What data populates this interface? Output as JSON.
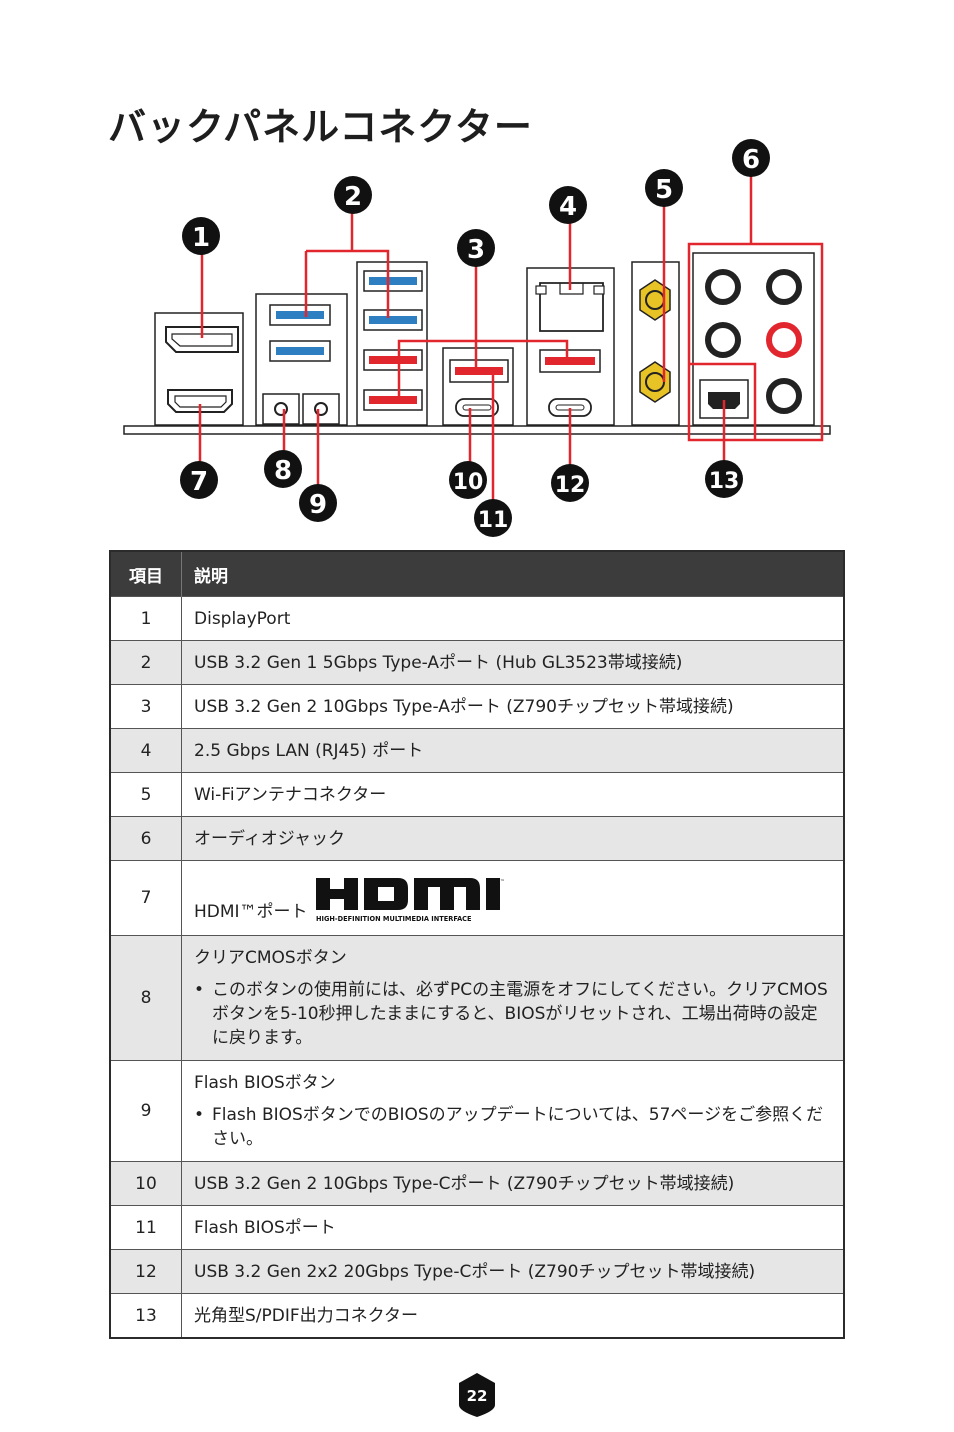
{
  "page": {
    "title": "バックパネルコネクター",
    "page_number": "22"
  },
  "diagram": {
    "callouts": [
      "1",
      "2",
      "3",
      "4",
      "5",
      "6",
      "7",
      "8",
      "9",
      "10",
      "11",
      "12",
      "13"
    ],
    "accent_color": "#e1262d",
    "usb_blue": "#2d7fc1"
  },
  "table": {
    "headers": [
      "項目",
      "説明"
    ],
    "rows": [
      {
        "num": "1",
        "desc": "DisplayPort"
      },
      {
        "num": "2",
        "desc": "USB 3.2 Gen 1 5Gbps Type-Aポート (Hub GL3523帯域接続)"
      },
      {
        "num": "3",
        "desc": "USB 3.2 Gen 2 10Gbps Type-Aポート (Z790チップセット帯域接続)"
      },
      {
        "num": "4",
        "desc": "2.5 Gbps LAN (RJ45) ポート"
      },
      {
        "num": "5",
        "desc": "Wi-Fiアンテナコネクター"
      },
      {
        "num": "6",
        "desc": "オーディオジャック"
      },
      {
        "num": "7",
        "desc": "HDMI™ポート",
        "logo_text": "HIGH-DEFINITION MULTIMEDIA INTERFACE"
      },
      {
        "num": "8",
        "desc": "クリアCMOSボタン",
        "note": "このボタンの使用前には、必ずPCの主電源をオフにしてください。クリアCMOSボタンを5-10秒押したままにすると、BIOSがリセットされ、工場出荷時の設定に戻ります。"
      },
      {
        "num": "9",
        "desc": "Flash BIOSボタン",
        "note": "Flash BIOSボタンでのBIOSのアップデートについては、57ページをご参照ください。"
      },
      {
        "num": "10",
        "desc": "USB 3.2 Gen 2 10Gbps Type-Cポート (Z790チップセット帯域接続)"
      },
      {
        "num": "11",
        "desc": "Flash BIOSポート"
      },
      {
        "num": "12",
        "desc": "USB 3.2 Gen 2x2 20Gbps Type-Cポート (Z790チップセット帯域接続)"
      },
      {
        "num": "13",
        "desc": "光角型S/PDIF出力コネクター"
      }
    ],
    "bullet": "•"
  }
}
